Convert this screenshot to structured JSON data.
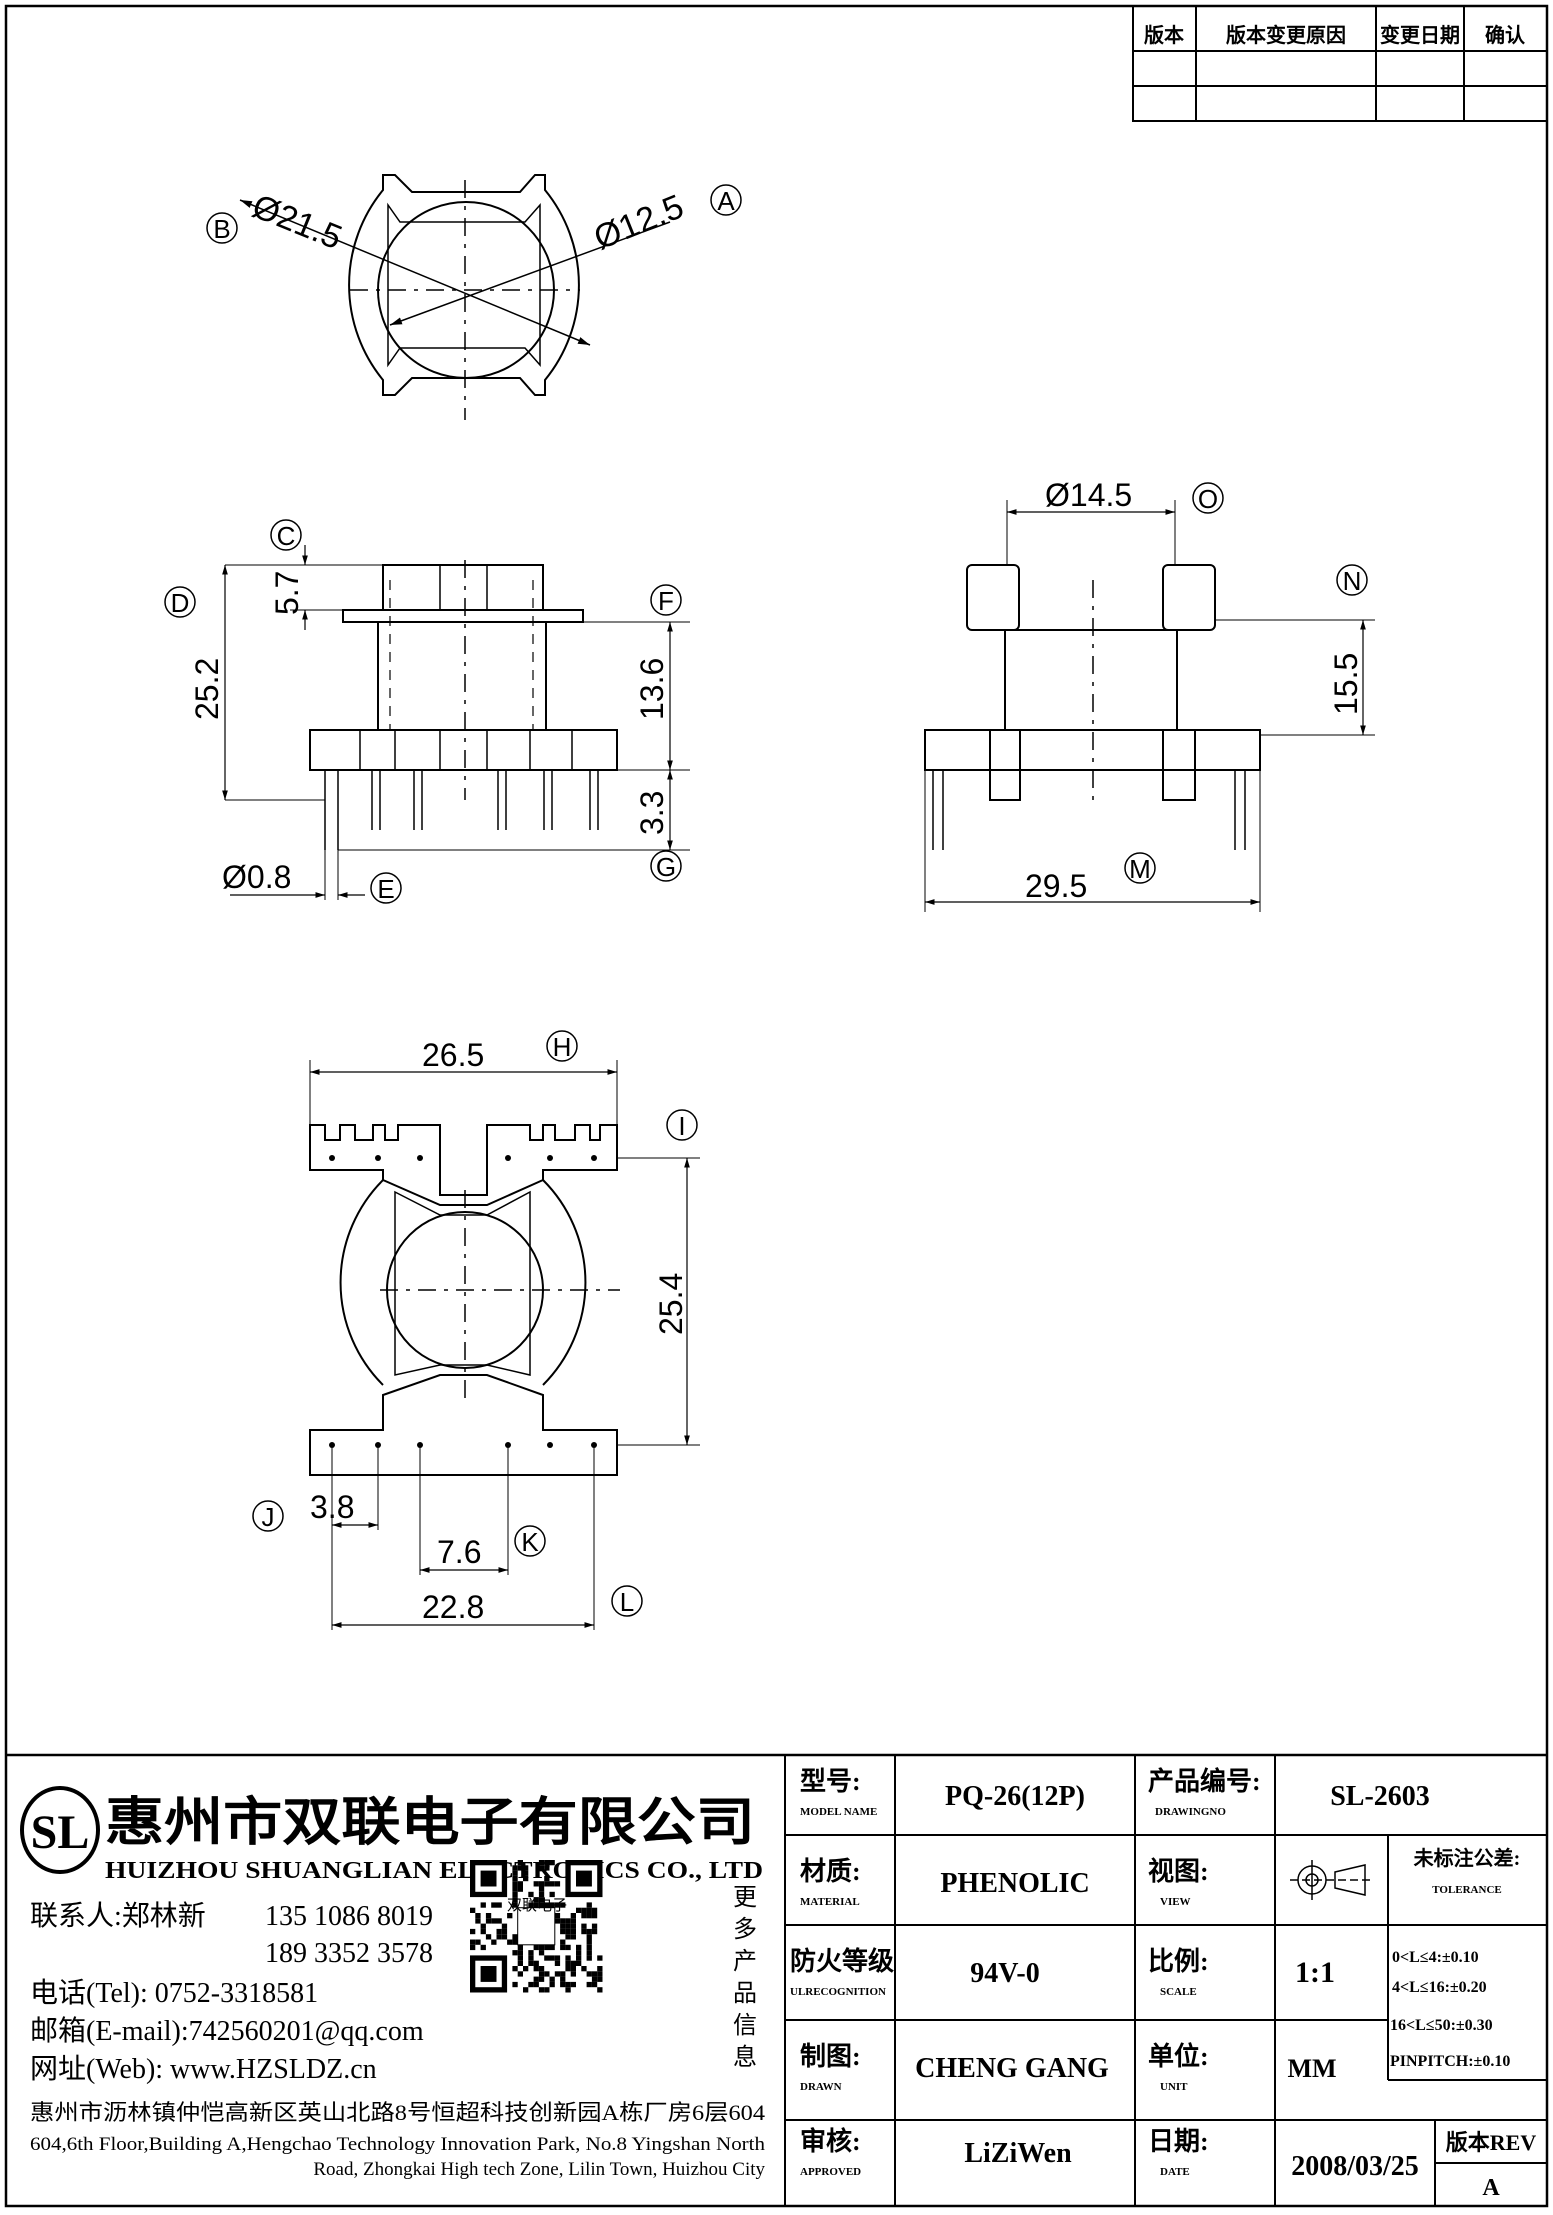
{
  "revision_table": {
    "headers": [
      "版本",
      "版本变更原因",
      "变更日期",
      "确认"
    ]
  },
  "dims": {
    "d21_5": "Ø21.5",
    "d12_5": "Ø12.5",
    "v5_7": "5.7",
    "v25_2": "25.2",
    "v13_6": "13.6",
    "v3_3": "3.3",
    "d0_8": "Ø0.8",
    "d14_5": "Ø14.5",
    "v15_5": "15.5",
    "v29_5": "29.5",
    "v26_5": "26.5",
    "v25_4": "25.4",
    "v3_8": "3.8",
    "v7_6": "7.6",
    "v22_8": "22.8"
  },
  "markers": {
    "A": "A",
    "B": "B",
    "C": "C",
    "D": "D",
    "E": "E",
    "F": "F",
    "G": "G",
    "H": "H",
    "I": "I",
    "J": "J",
    "K": "K",
    "L": "L",
    "M": "M",
    "N": "N",
    "O": "O"
  },
  "company": {
    "logo_text": "SL",
    "name_cn": "惠州市双联电子有限公司",
    "name_en": "HUIZHOU SHUANGLIAN ELECTRONICS CO., LTD",
    "contact_label": "联系人:郑林新",
    "phone1": "135 1086 8019",
    "phone2": "189 3352 3578",
    "tel_line": "电话(Tel): 0752-3318581",
    "email_line": "邮箱(E-mail):742560201@qq.com",
    "web_line": "网址(Web): www.HZSLDZ.cn",
    "addr_cn": "惠州市沥林镇仲恺高新区英山北路8号恒超科技创新园A栋厂房6层604",
    "addr_en1": "604,6th Floor,Building A,Hengchao Technology Innovation Park, No.8 Yingshan North",
    "addr_en2": "Road, Zhongkai High tech Zone, Lilin Town, Huizhou City",
    "qr_side_text": [
      "更",
      "多",
      "产",
      "品",
      "信",
      "息"
    ],
    "qr_center": "双联电子"
  },
  "title_block": {
    "model_label_cn": "型号:",
    "model_label_en": "MODEL NAME",
    "model_value": "PQ-26(12P)",
    "drawing_label_cn": "产品编号:",
    "drawing_label_en": "DRAWINGNO",
    "drawing_value": "SL-2603",
    "material_label_cn": "材质:",
    "material_label_en": "MATERIAL",
    "material_value": "PHENOLIC",
    "view_label_cn": "视图:",
    "view_label_en": "VIEW",
    "tolerance_title_cn": "未标注公差:",
    "tolerance_title_en": "TOLERANCE",
    "tolerances": [
      "0<L≤4:±0.10",
      "4<L≤16:±0.20",
      "16<L≤50:±0.30",
      "PINPITCH:±0.10"
    ],
    "flame_label_cn": "防火等级",
    "flame_label_en": "ULRECOGNITION",
    "flame_value": "94V-0",
    "scale_label_cn": "比例:",
    "scale_label_en": "SCALE",
    "scale_value": "1:1",
    "drawn_label_cn": "制图:",
    "drawn_label_en": "DRAWN",
    "drawn_value": "CHENG GANG",
    "unit_label_cn": "单位:",
    "unit_label_en": "UNIT",
    "unit_value": "MM",
    "approved_label_cn": "审核:",
    "approved_label_en": "APPROVED",
    "approved_value": "LiZiWen",
    "date_label_cn": "日期:",
    "date_label_en": "DATE",
    "date_value": "2008/03/25",
    "rev_label": "版本REV",
    "rev_value": "A"
  }
}
